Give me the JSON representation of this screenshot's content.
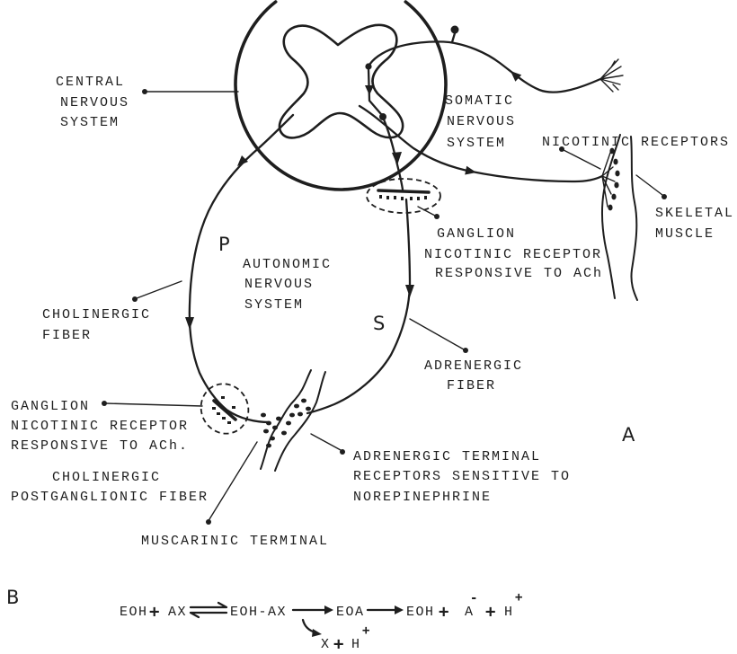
{
  "colors": {
    "ink": "#1e1e1e",
    "paper": "#ffffff"
  },
  "labels": {
    "cns": [
      "CENTRAL",
      "NERVOUS",
      "SYSTEM"
    ],
    "somatic": [
      "SOMATIC",
      "NERVOUS",
      "SYSTEM"
    ],
    "nicotinic_receptors": "NICOTINIC RECEPTORS",
    "skeletal_muscle": [
      "SKELETAL",
      "MUSCLE"
    ],
    "ganglion_right": [
      "GANGLION",
      "NICOTINIC RECEPTOR",
      "RESPONSIVE TO ACh"
    ],
    "p": "P",
    "autonomic": [
      "AUTONOMIC",
      "NERVOUS",
      "SYSTEM"
    ],
    "cholinergic_fiber": [
      "CHOLINERGIC",
      "FIBER"
    ],
    "s": "S",
    "adrenergic_fiber": [
      "ADRENERGIC",
      "FIBER"
    ],
    "ganglion_left": [
      "GANGLION",
      "NICOTINIC RECEPTOR",
      "RESPONSIVE TO ACh."
    ],
    "cholinergic_postganglionic": [
      "CHOLINERGIC",
      "POSTGANGLIONIC FIBER"
    ],
    "adrenergic_terminal": [
      "ADRENERGIC TERMINAL",
      "RECEPTORS SENSITIVE TO",
      "NOREPINEPHRINE"
    ],
    "muscarinic_terminal": "MUSCARINIC TERMINAL",
    "panel_a": "A",
    "panel_b": "B"
  },
  "reaction": {
    "enzyme": "EOH",
    "plus1": "+",
    "substrate": "AX",
    "complex": "EOH-AX",
    "acyl_enzyme": "EOA",
    "enzyme_regenerated": "EOH",
    "plus2": "+",
    "acid": "A",
    "acid_charge": "-",
    "plus3": "+",
    "proton": "H",
    "proton_charge": "+",
    "leaving_group": "X",
    "plus4": "+",
    "proton2": "H",
    "proton2_charge": "+"
  }
}
